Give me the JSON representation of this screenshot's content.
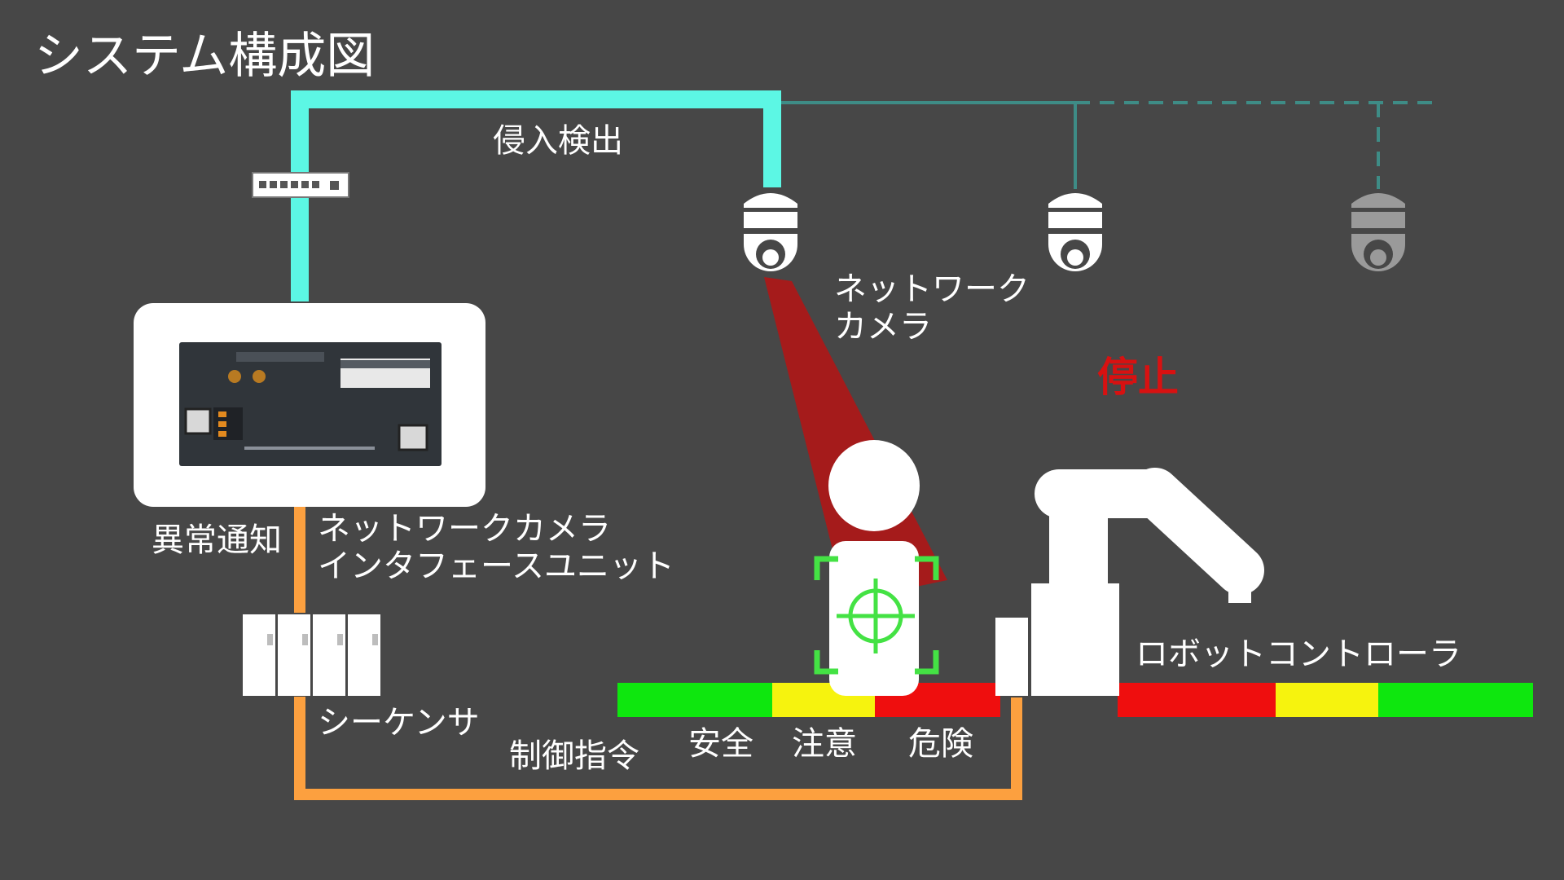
{
  "title": "システム構成図",
  "labels": {
    "intrusion_detection": "侵入検出",
    "network_camera": [
      "ネットワーク",
      "カメラ"
    ],
    "camera_interface_unit": [
      "ネットワークカメラ",
      "インタフェースユニット"
    ],
    "anomaly_notification": "異常通知",
    "sequencer": "シーケンサ",
    "control_command": "制御指令",
    "robot_controller": "ロボットコントローラ",
    "stop": "停止",
    "zone_safe": "安全",
    "zone_caution": "注意",
    "zone_danger": "危険"
  },
  "colors": {
    "background": "#474747",
    "network_cable": "#5cf7e4",
    "network_cable_dim": "#3e8c86",
    "control_cable": "#fca03f",
    "stop_text": "#d81111",
    "detection_cone": "#a51b1b",
    "zone_safe": "#0ee70e",
    "zone_caution": "#f6f30e",
    "zone_danger": "#ef0e0e",
    "target_marker": "#44e244"
  },
  "zones_left_to_right": [
    "safe",
    "caution",
    "danger",
    "danger",
    "caution",
    "safe"
  ],
  "icons": [
    "network-switch-icon",
    "dome-camera-icon",
    "interface-unit-device",
    "plc-sequencer-icon",
    "person-icon",
    "crosshair-icon",
    "robot-arm-icon"
  ]
}
